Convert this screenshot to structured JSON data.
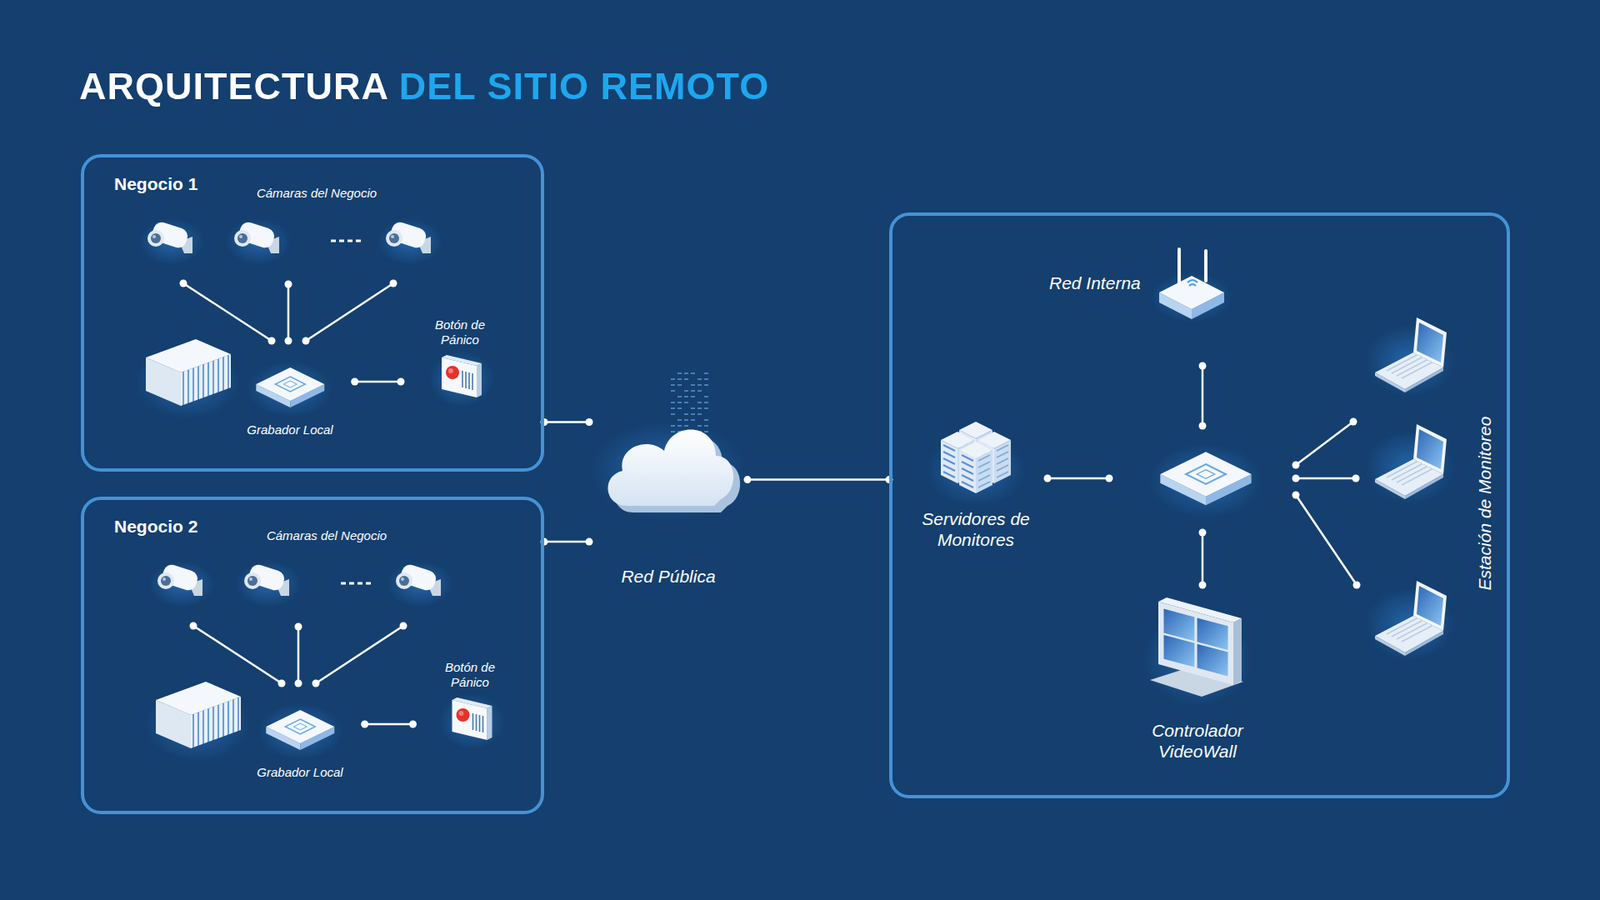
{
  "diagram": {
    "title": "ARQUITECTURA DEL SITIO REMOTO",
    "nodes": [
      {
        "text": [
          "Negocio 1"
        ]
      },
      {
        "text": [
          "Grabador Local"
        ],
        "in": 0
      },
      {
        "text": [
          "Botón de Pánico"
        ],
        "in": 0
      },
      {
        "text": [
          "Negocio 2"
        ]
      },
      {
        "text": [
          "Grabador Local"
        ],
        "in": 3
      },
      {
        "text": [
          "Botón de Pánico"
        ],
        "in": 3
      },
      {
        "text": [
          "Red Pública"
        ]
      },
      {
        "text": [
          "Estación de Monitoreo"
        ]
      },
      {
        "text": [
          "Red Interna"
        ],
        "in": 7
      },
      {
        "text": [
          "Servidores de Monitores"
        ],
        "in": 7
      },
      {
        "text": [
          "Controlador VideoWall"
        ],
        "in": 7
      }
    ],
    "edges": [
      {
        "from": 1,
        "to": 2,
        "arrow": "none"
      },
      {
        "from": 4,
        "to": 5,
        "arrow": "none"
      },
      {
        "from": 0,
        "to": 6,
        "arrow": "none"
      },
      {
        "from": 3,
        "to": 6,
        "arrow": "none"
      },
      {
        "from": 6,
        "to": 7,
        "arrow": "none"
      }
    ],
    "labels": [
      "Cámaras del Negocio",
      "Cámaras del Negocio"
    ]
  }
}
